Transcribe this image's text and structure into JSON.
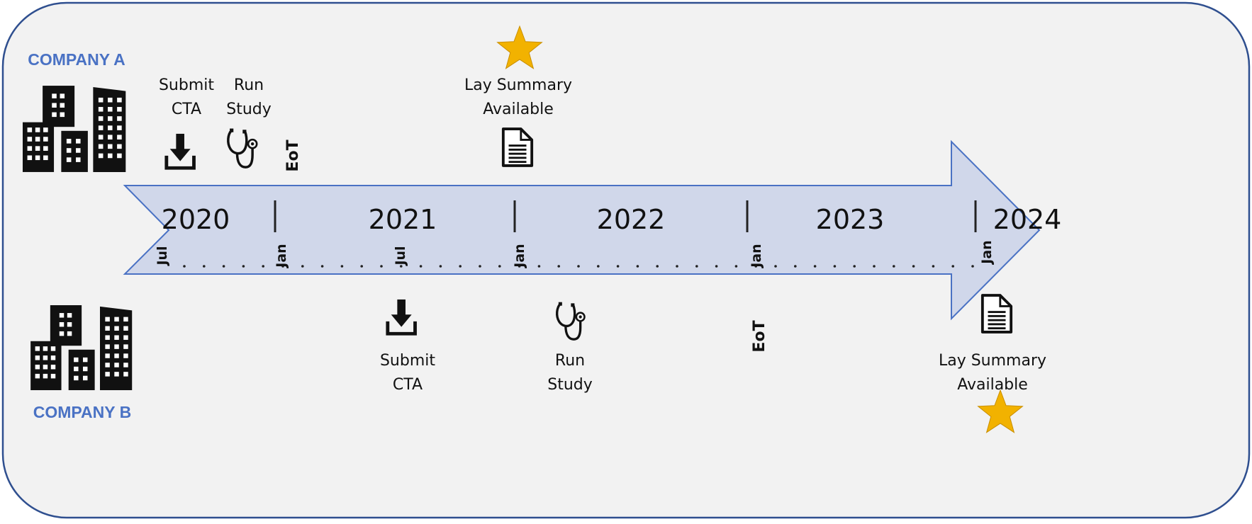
{
  "colors": {
    "panel_fill": "#f2f2f2",
    "panel_border": "#2f4f8f",
    "arrow_fill": "#d0d7ea",
    "arrow_border": "#4a72c4",
    "company_label": "#4a72c4",
    "star": "#f2b200",
    "icon": "#111111"
  },
  "company_a": {
    "name": "COMPANY A",
    "icon": "office-buildings-icon",
    "milestones": {
      "submit_cta": "Submit\nCTA",
      "run_study": "Run\nStudy",
      "eot": "EoT",
      "lay_summary": "Lay Summary\nAvailable"
    }
  },
  "company_b": {
    "name": "COMPANY B",
    "icon": "office-buildings-icon",
    "milestones": {
      "submit_cta": "Submit\nCTA",
      "run_study": "Run\nStudy",
      "eot": "EoT",
      "lay_summary": "Lay Summary\nAvailable"
    }
  },
  "timeline": {
    "years": [
      "2020",
      "2021",
      "2022",
      "2023",
      "2024"
    ],
    "month_ticks": [
      "Jul",
      "Jan",
      "Jul",
      "Jan",
      "Jan",
      "Jan"
    ]
  }
}
